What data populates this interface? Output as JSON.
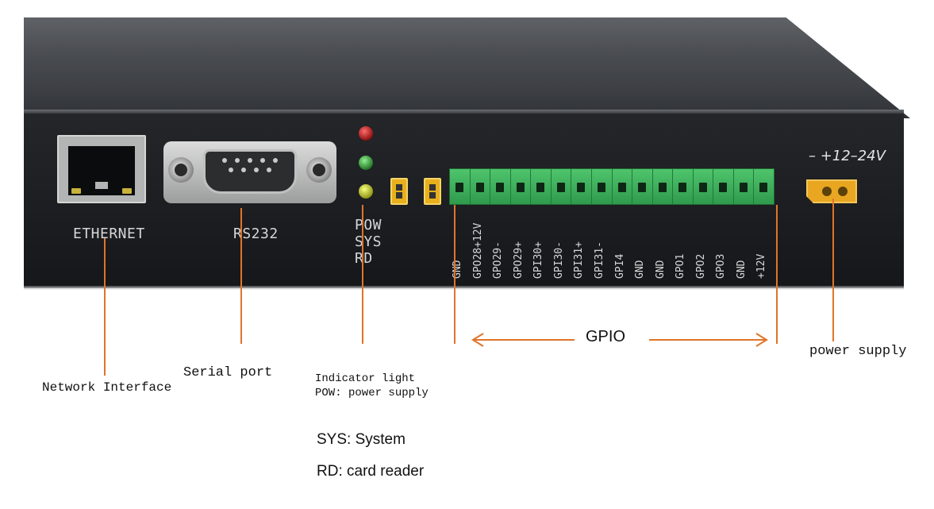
{
  "panel": {
    "ethernet_label": "ETHERNET",
    "rs232_label": "RS232",
    "led_labels": [
      "POW",
      "SYS",
      "RD"
    ],
    "voltage_label": "– +12–24V",
    "gpio_pins": [
      "GND",
      "GPO28+12V",
      "GPO29-",
      "GPO29+",
      "GPI30+",
      "GPI30-",
      "GPI31+",
      "GPI31-",
      "GPI4",
      "GND",
      "GND",
      "GPO1",
      "GPO2",
      "GPO3",
      "GND",
      "+12V"
    ]
  },
  "callouts": {
    "network": "Network Interface",
    "serial": "Serial port",
    "indicator_title": "Indicator light",
    "indicator_pow": "POW: power supply",
    "indicator_sys": "SYS: System",
    "indicator_rd": "RD: card reader",
    "gpio": "GPIO",
    "power": "power supply"
  },
  "colors": {
    "callout_line": "#e0742a",
    "led_red": "#d22222",
    "led_green": "#34a83a",
    "led_yellow": "#c6cf28",
    "terminal": "#3fb25c",
    "connector": "#e8a621"
  }
}
